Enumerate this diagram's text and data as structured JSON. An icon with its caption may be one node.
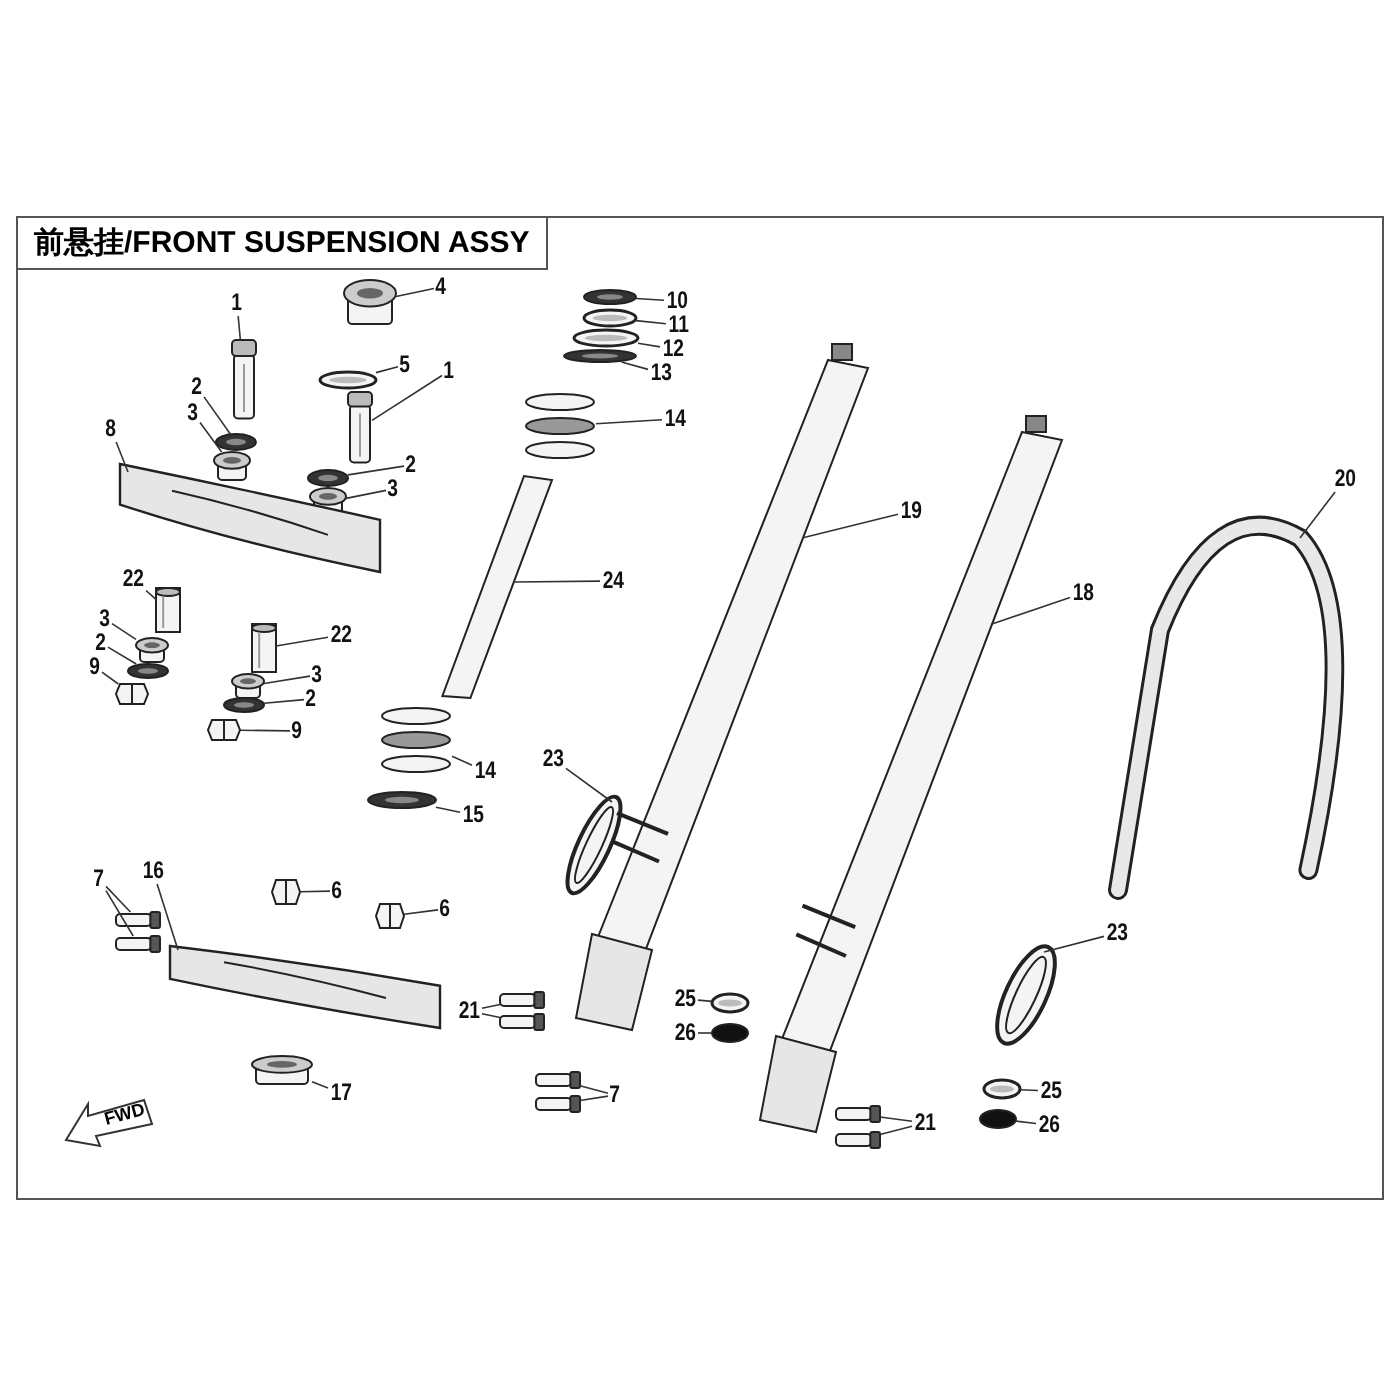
{
  "diagram": {
    "title": "前悬挂/FRONT SUSPENSION ASSY",
    "nodes": [
      {
        "text": [
          "1"
        ]
      },
      {
        "text": [],
        "shape": "cylinder"
      },
      {
        "text": [
          "4"
        ]
      },
      {
        "text": [],
        "shape": "cylinder"
      },
      {
        "text": [
          "5"
        ]
      },
      {
        "text": [],
        "shape": "circle"
      },
      {
        "text": [
          "1"
        ]
      },
      {
        "text": [],
        "shape": "cylinder"
      },
      {
        "text": [
          "2"
        ]
      },
      {
        "text": [],
        "shape": "circle"
      },
      {
        "text": [
          "3"
        ]
      },
      {
        "text": [],
        "shape": "cylinder"
      },
      {
        "text": [
          "2"
        ]
      },
      {
        "text": [],
        "shape": "circle"
      },
      {
        "text": [
          "3"
        ]
      },
      {
        "text": [],
        "shape": "cylinder"
      },
      {
        "text": [
          "8"
        ]
      },
      {
        "text": [],
        "shape": "picture"
      },
      {
        "text": [
          "22"
        ]
      },
      {
        "text": [],
        "shape": "cylinder"
      },
      {
        "text": [
          "3"
        ]
      },
      {
        "text": [],
        "shape": "cylinder"
      },
      {
        "text": [
          "2"
        ]
      },
      {
        "text": [],
        "shape": "circle"
      },
      {
        "text": [
          "9"
        ]
      },
      {
        "text": [],
        "shape": "picture"
      },
      {
        "text": [
          "22"
        ]
      },
      {
        "text": [],
        "shape": "cylinder"
      },
      {
        "text": [
          "3"
        ]
      },
      {
        "text": [],
        "shape": "cylinder"
      },
      {
        "text": [
          "2"
        ]
      },
      {
        "text": [],
        "shape": "circle"
      },
      {
        "text": [
          "9"
        ]
      },
      {
        "text": [],
        "shape": "picture"
      },
      {
        "text": [
          "10"
        ]
      },
      {
        "text": [],
        "shape": "circle"
      },
      {
        "text": [
          "11"
        ]
      },
      {
        "text": [],
        "shape": "circle"
      },
      {
        "text": [
          "12"
        ]
      },
      {
        "text": [],
        "shape": "circle"
      },
      {
        "text": [
          "13"
        ]
      },
      {
        "text": [],
        "shape": "circle"
      },
      {
        "text": [
          "14"
        ]
      },
      {
        "text": [],
        "shape": "picture"
      },
      {
        "text": [
          "24"
        ]
      },
      {
        "text": [],
        "shape": "picture"
      },
      {
        "text": [
          "14"
        ]
      },
      {
        "text": [],
        "shape": "picture"
      },
      {
        "text": [
          "15"
        ]
      },
      {
        "text": [],
        "shape": "circle"
      },
      {
        "text": [
          "23"
        ]
      },
      {
        "text": [],
        "shape": "picture"
      },
      {
        "text": [
          "19"
        ]
      },
      {
        "text": [],
        "shape": "picture"
      },
      {
        "text": [
          "18"
        ]
      },
      {
        "text": [],
        "shape": "picture"
      },
      {
        "text": [
          "20"
        ]
      },
      {
        "text": [],
        "shape": "picture"
      },
      {
        "text": [
          "23"
        ]
      },
      {
        "text": [],
        "shape": "picture"
      },
      {
        "text": [
          "16"
        ]
      },
      {
        "text": [],
        "shape": "picture"
      },
      {
        "text": [
          "7"
        ]
      },
      {
        "text": [],
        "shape": "cylinder"
      },
      {
        "text": [],
        "shape": "cylinder"
      },
      {
        "text": [
          "6"
        ]
      },
      {
        "text": [],
        "shape": "picture"
      },
      {
        "text": [
          "6"
        ]
      },
      {
        "text": [],
        "shape": "picture"
      },
      {
        "text": [
          "21"
        ]
      },
      {
        "text": [],
        "shape": "cylinder"
      },
      {
        "text": [],
        "shape": "cylinder"
      },
      {
        "text": [
          "17"
        ]
      },
      {
        "text": [],
        "shape": "cylinder"
      },
      {
        "text": [
          "7"
        ]
      },
      {
        "text": [],
        "shape": "cylinder"
      },
      {
        "text": [],
        "shape": "cylinder"
      },
      {
        "text": [
          "25"
        ]
      },
      {
        "text": [],
        "shape": "circle"
      },
      {
        "text": [
          "26"
        ]
      },
      {
        "text": [],
        "shape": "circle"
      },
      {
        "text": [
          "25"
        ]
      },
      {
        "text": [],
        "shape": "circle"
      },
      {
        "text": [
          "26"
        ]
      },
      {
        "text": [],
        "shape": "circle"
      },
      {
        "text": [
          "21"
        ]
      },
      {
        "text": [],
        "shape": "cylinder"
      },
      {
        "text": [],
        "shape": "cylinder"
      }
    ],
    "edges": [
      {
        "from": 0,
        "to": 1,
        "arrow": "none"
      },
      {
        "from": 2,
        "to": 3,
        "arrow": "none"
      },
      {
        "from": 4,
        "to": 5,
        "arrow": "none"
      },
      {
        "from": 6,
        "to": 7,
        "arrow": "none"
      },
      {
        "from": 8,
        "to": 9,
        "arrow": "none"
      },
      {
        "from": 10,
        "to": 11,
        "arrow": "none"
      },
      {
        "from": 12,
        "to": 13,
        "arrow": "none"
      },
      {
        "from": 14,
        "to": 15,
        "arrow": "none"
      },
      {
        "from": 16,
        "to": 17,
        "arrow": "none"
      },
      {
        "from": 18,
        "to": 19,
        "arrow": "none"
      },
      {
        "from": 20,
        "to": 21,
        "arrow": "none"
      },
      {
        "from": 22,
        "to": 23,
        "arrow": "none"
      },
      {
        "from": 24,
        "to": 25,
        "arrow": "none"
      },
      {
        "from": 26,
        "to": 27,
        "arrow": "none"
      },
      {
        "from": 28,
        "to": 29,
        "arrow": "none"
      },
      {
        "from": 30,
        "to": 31,
        "arrow": "none"
      },
      {
        "from": 32,
        "to": 33,
        "arrow": "none"
      },
      {
        "from": 34,
        "to": 35,
        "arrow": "none"
      },
      {
        "from": 36,
        "to": 37,
        "arrow": "none"
      },
      {
        "from": 38,
        "to": 39,
        "arrow": "none"
      },
      {
        "from": 40,
        "to": 41,
        "arrow": "none"
      },
      {
        "from": 42,
        "to": 43,
        "arrow": "none"
      },
      {
        "from": 44,
        "to": 45,
        "arrow": "none"
      },
      {
        "from": 46,
        "to": 47,
        "arrow": "none"
      },
      {
        "from": 48,
        "to": 49,
        "arrow": "none"
      },
      {
        "from": 50,
        "to": 51,
        "arrow": "none"
      },
      {
        "from": 52,
        "to": 53,
        "arrow": "none"
      },
      {
        "from": 54,
        "to": 55,
        "arrow": "none"
      },
      {
        "from": 56,
        "to": 57,
        "arrow": "none"
      },
      {
        "from": 58,
        "to": 59,
        "arrow": "none"
      },
      {
        "from": 60,
        "to": 61,
        "arrow": "none"
      },
      {
        "from": 62,
        "to": 63,
        "arrow": "none"
      },
      {
        "from": 62,
        "to": 64,
        "arrow": "none"
      },
      {
        "from": 65,
        "to": 66,
        "arrow": "none"
      },
      {
        "from": 67,
        "to": 68,
        "arrow": "none"
      },
      {
        "from": 69,
        "to": 70,
        "arrow": "none"
      },
      {
        "from": 69,
        "to": 71,
        "arrow": "none"
      },
      {
        "from": 72,
        "to": 73,
        "arrow": "none"
      },
      {
        "from": 74,
        "to": 75,
        "arrow": "none"
      },
      {
        "from": 74,
        "to": 76,
        "arrow": "none"
      },
      {
        "from": 77,
        "to": 78,
        "arrow": "none"
      },
      {
        "from": 79,
        "to": 80,
        "arrow": "none"
      },
      {
        "from": 81,
        "to": 82,
        "arrow": "none"
      },
      {
        "from": 83,
        "to": 84,
        "arrow": "none"
      },
      {
        "from": 85,
        "to": 86,
        "arrow": "none"
      },
      {
        "from": 85,
        "to": 87,
        "arrow": "none"
      }
    ],
    "labels": [
      "FWD"
    ]
  }
}
